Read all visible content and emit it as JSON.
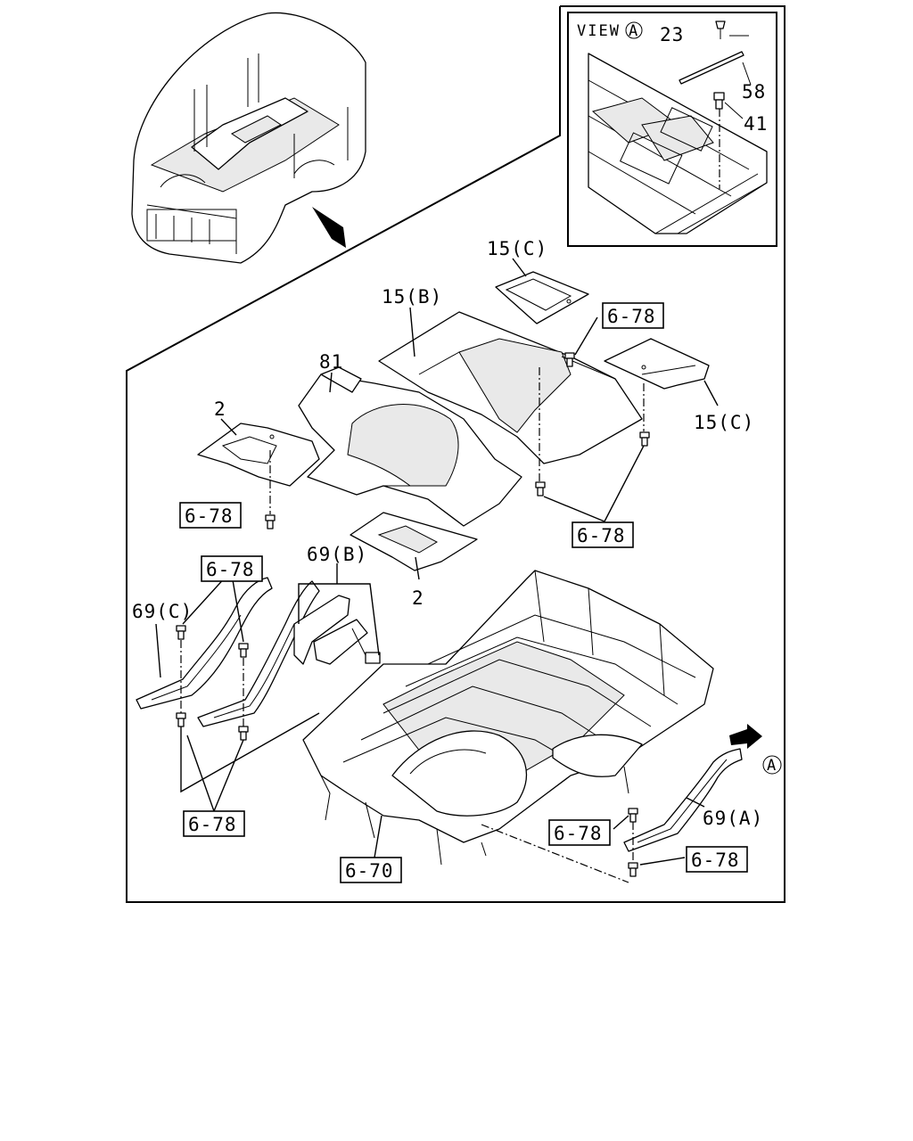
{
  "view_title": "VIEW",
  "view_marker": "A",
  "labels": {
    "l23": "23",
    "l58": "58",
    "l41": "41",
    "l15c_top": "15(C)",
    "l15b": "15(B)",
    "l81": "81",
    "l15c_right": "15(C)",
    "l2_left": "2",
    "l2_bottom": "2",
    "l69b": "69(B)",
    "l69c": "69(C)",
    "l69a": "69(A)",
    "marker_a": "A"
  },
  "ref_boxes": {
    "r1": "6-78",
    "r2": "6-78",
    "r3": "6-78",
    "r4": "6-78",
    "r5": "6-78",
    "r6": "6-78",
    "r7": "6-78",
    "r8": "6-70"
  }
}
